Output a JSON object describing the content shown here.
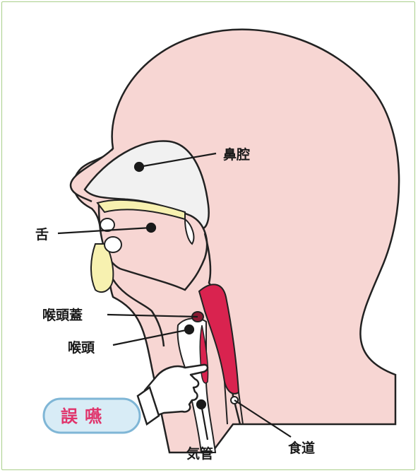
{
  "labels": {
    "nasal_cavity": "鼻腔",
    "tongue": "舌",
    "epiglottis": "喉頭蓋",
    "larynx": "喉頭",
    "trachea": "気管",
    "esophagus": "食道"
  },
  "badge": {
    "text": "誤嚥"
  },
  "colors": {
    "skin": "#f7d6d3",
    "nasal": "#f1f1f1",
    "palate_yellow": "#f7f1b0",
    "esophagus_red": "#d9234f",
    "badge_bg": "#d8ecf6",
    "badge_border": "#7fb6d6",
    "badge_text": "#e0336b",
    "frame": "#a9cf8a"
  }
}
